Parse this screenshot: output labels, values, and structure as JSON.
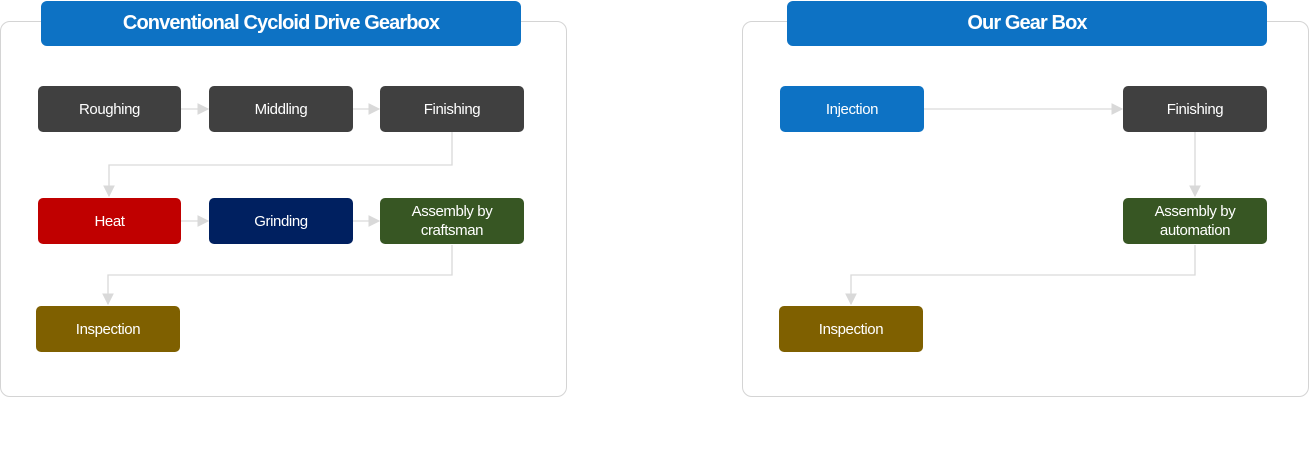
{
  "colors": {
    "title_bg": "#0d72c4",
    "dark_gray": "#404040",
    "red": "#c00000",
    "navy": "#002060",
    "green": "#375623",
    "olive": "#7f6000",
    "blue": "#0d72c4",
    "connector": "#d9d9d9"
  },
  "left_panel": {
    "title": "Conventional Cycloid Drive Gearbox",
    "steps": {
      "roughing": "Roughing",
      "middling": "Middling",
      "finishing": "Finishing",
      "heat": "Heat",
      "grinding": "Grinding",
      "assembly": "Assembly by craftsman",
      "inspection": "Inspection"
    }
  },
  "right_panel": {
    "title": "Our Gear Box",
    "steps": {
      "injection": "Injection",
      "finishing": "Finishing",
      "assembly": "Assembly by automation",
      "inspection": "Inspection"
    }
  }
}
